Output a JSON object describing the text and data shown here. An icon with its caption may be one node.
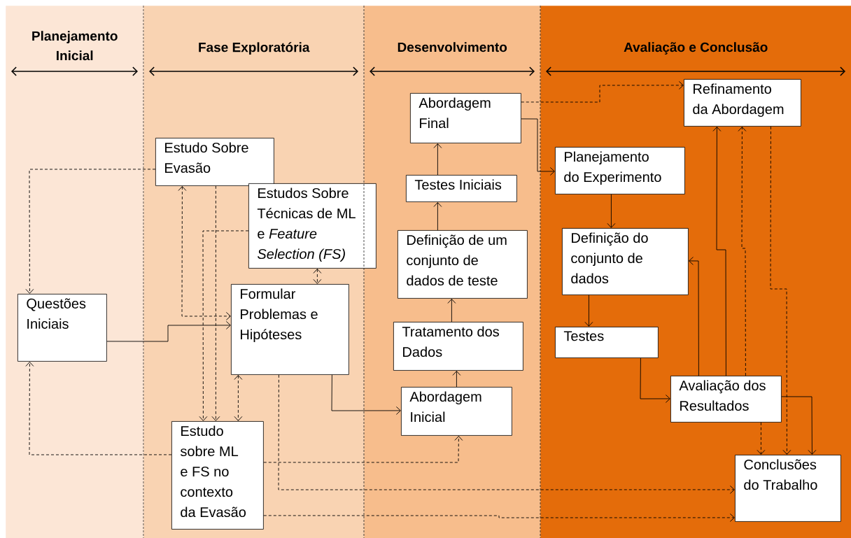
{
  "diagram": {
    "nodes": [
      {
        "text": [
          "Planejamento Inicial"
        ]
      },
      {
        "text": [
          "Fase Exploratória"
        ]
      },
      {
        "text": [
          "Desenvolvimento"
        ]
      },
      {
        "text": [
          "Avaliação e Conclusão"
        ]
      },
      {
        "text": [
          "Questões Iniciais"
        ],
        "in": 0
      },
      {
        "text": [
          "Estudo Sobre Evasão"
        ],
        "in": 1
      },
      {
        "text": [
          "Estudos Sobre Técnicas de ML e *Feature Selection (FS)*"
        ]
      },
      {
        "text": [
          "Formular Problemas e Hipóteses"
        ],
        "in": 1
      },
      {
        "text": [
          "Estudo sobre ML e FS no contexto da Evasão"
        ],
        "in": 1
      },
      {
        "text": [
          "Abordagem Final"
        ],
        "in": 2
      },
      {
        "text": [
          "Testes Iniciais"
        ],
        "in": 2
      },
      {
        "text": [
          "Definição de um conjunto de dados de teste"
        ],
        "in": 2
      },
      {
        "text": [
          "Tratamento dos Dados"
        ],
        "in": 2
      },
      {
        "text": [
          "Abordagem Inicial"
        ],
        "in": 2
      },
      {
        "text": [
          "Refinamento da Abordagem"
        ],
        "in": 3
      },
      {
        "text": [
          "Planejamento do Experimento"
        ],
        "in": 3
      },
      {
        "text": [
          "Definição do conjunto de dados"
        ],
        "in": 3
      },
      {
        "text": [
          "Testes"
        ],
        "in": 3
      },
      {
        "text": [
          "Avaliação dos Resultados"
        ],
        "in": 3
      },
      {
        "text": [
          "Conclusões do Trabalho"
        ],
        "in": 3
      }
    ],
    "edges": [
      {
        "from": 5,
        "to": 4,
        "arrow": "to",
        "style": "dashed"
      },
      {
        "from": 8,
        "to": 4,
        "arrow": "to",
        "style": "dashed"
      },
      {
        "from": 4,
        "to": 7,
        "arrow": "to"
      },
      {
        "from": 5,
        "to": 7,
        "arrow": "both",
        "style": "dashed"
      },
      {
        "from": 5,
        "to": 8,
        "arrow": "to",
        "style": "dashed"
      },
      {
        "from": 6,
        "to": 8,
        "arrow": "to",
        "style": "dashed"
      },
      {
        "from": 6,
        "to": 7,
        "arrow": "both",
        "style": "dashed"
      },
      {
        "from": 7,
        "to": 8,
        "arrow": "both",
        "style": "dashed"
      },
      {
        "from": 7,
        "to": 13,
        "arrow": "to"
      },
      {
        "from": 7,
        "to": 19,
        "arrow": "to",
        "style": "dashed"
      },
      {
        "from": 8,
        "to": 13,
        "arrow": "to",
        "style": "dashed"
      },
      {
        "from": 8,
        "to": 19,
        "arrow": "to",
        "style": "dashed"
      },
      {
        "from": 13,
        "to": 12,
        "arrow": "to"
      },
      {
        "from": 12,
        "to": 11,
        "arrow": "to"
      },
      {
        "from": 11,
        "to": 10,
        "arrow": "to"
      },
      {
        "from": 10,
        "to": 9,
        "arrow": "to"
      },
      {
        "from": 9,
        "to": 15,
        "arrow": "to"
      },
      {
        "from": 9,
        "to": 14,
        "arrow": "to",
        "style": "dashed"
      },
      {
        "from": 15,
        "to": 16,
        "arrow": "to"
      },
      {
        "from": 16,
        "to": 17,
        "arrow": "to"
      },
      {
        "from": 17,
        "to": 18,
        "arrow": "to"
      },
      {
        "from": 18,
        "to": 16,
        "arrow": "to"
      },
      {
        "from": 18,
        "to": 14,
        "arrow": "to"
      },
      {
        "from": 18,
        "to": 14,
        "arrow": "to",
        "style": "dashed"
      },
      {
        "from": 14,
        "to": 19,
        "arrow": "to",
        "style": "dashed"
      },
      {
        "from": 18,
        "to": 19,
        "arrow": "to",
        "style": "dashed"
      },
      {
        "from": 18,
        "to": 19,
        "arrow": "to"
      }
    ]
  }
}
